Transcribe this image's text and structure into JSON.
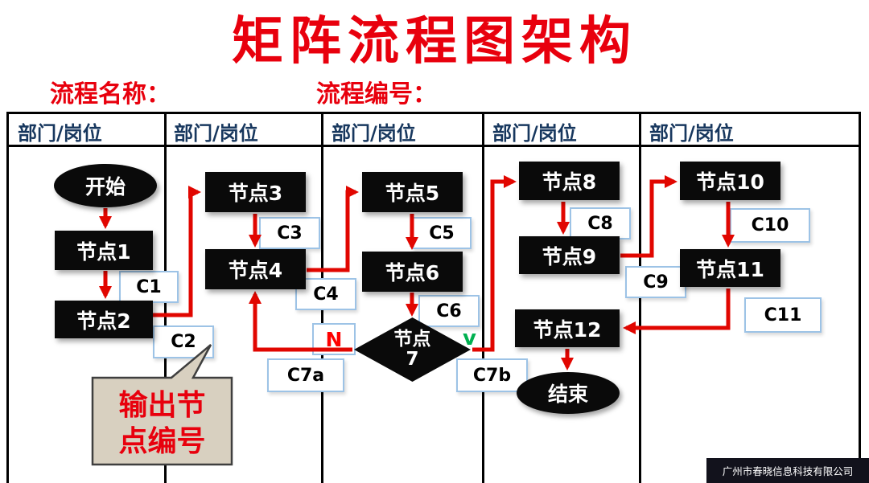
{
  "title": "矩阵流程图架构",
  "form": {
    "process_name_label": "流程名称：",
    "process_number_label": "流程编号："
  },
  "table": {
    "column_headers": [
      "部门/岗位",
      "部门/岗位",
      "部门/岗位",
      "部门/岗位",
      "部门/岗位"
    ]
  },
  "nodes": {
    "start": "开始",
    "node1": "节点1",
    "node2": "节点2",
    "node3": "节点3",
    "node4": "节点4",
    "node5": "节点5",
    "node6": "节点6",
    "node7": {
      "line1": "节点",
      "line2": "7"
    },
    "node8": "节点8",
    "node9": "节点9",
    "node10": "节点10",
    "node11": "节点11",
    "node12": "节点12",
    "end": "结束"
  },
  "connector_labels": {
    "c1": "C1",
    "c2": "C2",
    "c3": "C3",
    "c4": "C4",
    "c5": "C5",
    "c6": "C6",
    "c7a": "C7a",
    "c7b": "C7b",
    "c8": "C8",
    "c9": "C9",
    "c10": "C10",
    "c11": "C11"
  },
  "branch_labels": {
    "no": "N",
    "yes": "v"
  },
  "callout": {
    "line1": "输出节",
    "line2": "点编号"
  },
  "footer": {
    "company": "广州市春晓信息科技有限公司"
  },
  "colors": {
    "title_red": "#e8000d",
    "arrow_red": "#e10600",
    "header_blue": "#17375e",
    "node_black": "#0a0a0a",
    "connector_border_blue": "#9dc3e6",
    "branch_yes_green": "#00b050",
    "callout_fill": "#d8d0c0"
  }
}
